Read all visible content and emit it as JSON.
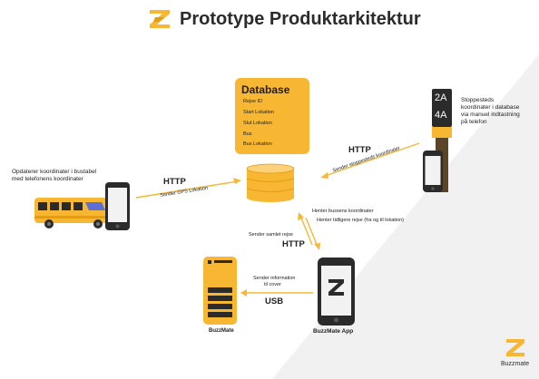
{
  "title": "Prototype Produktarkitektur",
  "database": {
    "title": "Database",
    "fields": [
      "Rejse ID",
      "Start Lokation",
      "Slut Lokation",
      "Bus",
      "Bus Lokation"
    ]
  },
  "bus": {
    "label_line1": "Opdaterer koordinater i bustabel",
    "label_line2": "med telefonens koordinater",
    "protocol": "HTTP",
    "arrow_text": "Sender GPS Lokation"
  },
  "stop": {
    "sign_top": "2A",
    "sign_bottom": "4A",
    "label_lines": [
      "Stoppesteds",
      "koordinater i database",
      "via manuel indtastning",
      "på telefon"
    ],
    "protocol": "HTTP",
    "arrow_text": "Sender stoppesteds koordinater"
  },
  "app_link": {
    "down_line1": "Henter bussens koordinater",
    "down_line2": "Henter tidligere rejse (fra og til lokation)",
    "up_text": "Sender samlet rejse",
    "protocol": "HTTP"
  },
  "usb_link": {
    "line1": "Sender information",
    "line2": "til cover",
    "protocol": "USB"
  },
  "devices": {
    "buzzmate_label": "BuzzMate",
    "app_label": "BuzzMate App"
  },
  "logo_text": "Buzzmate",
  "colors": {
    "accent": "#f7b733",
    "dark": "#2b2b2b",
    "blue": "#5b6fd6"
  }
}
